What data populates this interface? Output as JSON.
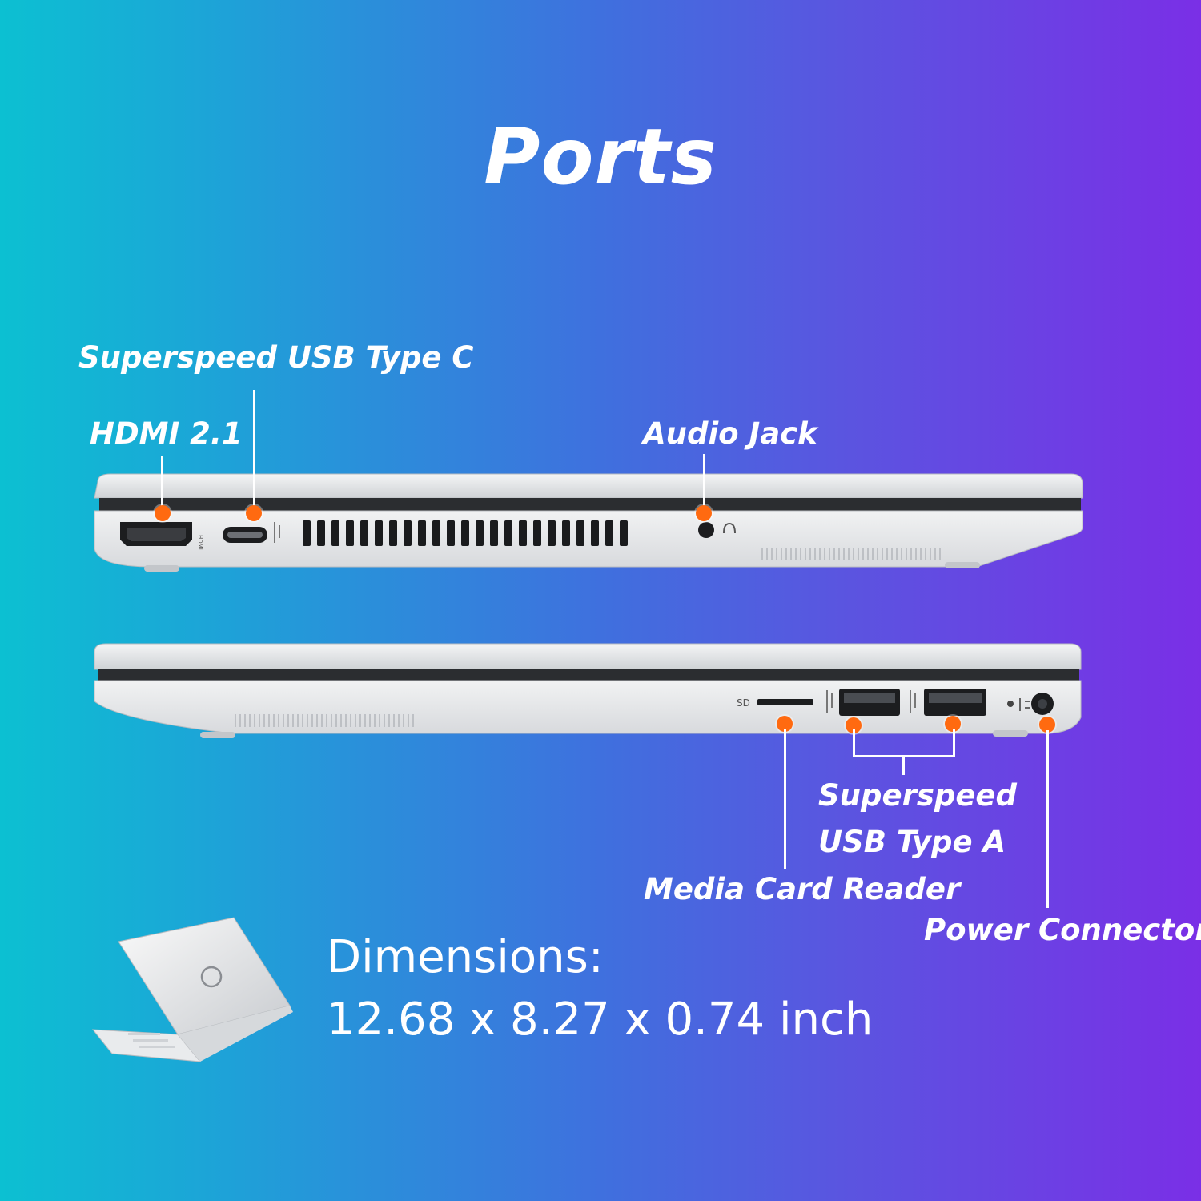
{
  "title": "Ports",
  "left_side": {
    "hdmi_label": "HDMI 2.1",
    "usb_c_label": "Superspeed USB Type C",
    "audio_label": "Audio Jack",
    "hdmi_port_text": "HDMI"
  },
  "right_side": {
    "sd_text": "SD",
    "usb_a_label_line1": "Superspeed",
    "usb_a_label_line2": "USB Type A",
    "card_reader_label": "Media Card Reader",
    "power_label": "Power Connector"
  },
  "dimensions": {
    "label": "Dimensions:",
    "value": "12.68 x 8.27 x 0.74 inch"
  },
  "colors": {
    "gradient_start": "#0cc0d2",
    "gradient_end": "#7a2fe6",
    "callout_dot": "#ff6a10",
    "laptop_silver": "#e4e6e8"
  },
  "icons": {
    "usb_c": "usb-superspeed-icon",
    "headphone": "headphone-icon",
    "power": "power-plug-icon"
  }
}
